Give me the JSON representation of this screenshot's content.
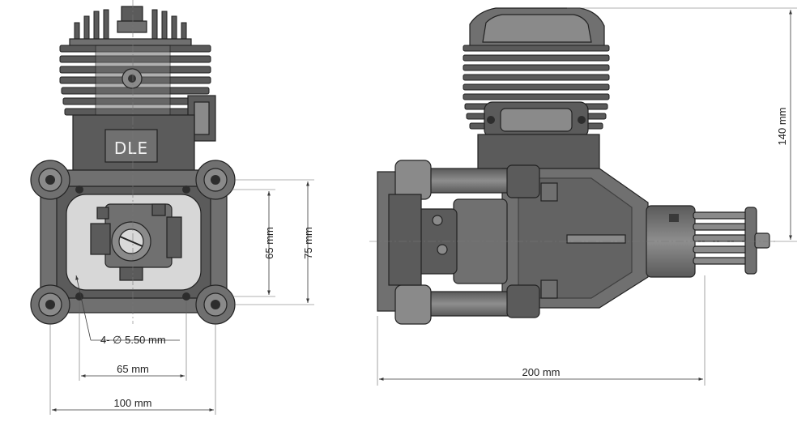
{
  "front_view": {
    "logo": "DLE",
    "dim_hole_spacing_vertical": "65 mm",
    "dim_mount_height": "75 mm",
    "dim_hole_note": "4- ∅ 5.50 mm",
    "dim_hole_spacing_horizontal": "65 mm",
    "dim_overall_width": "100 mm"
  },
  "side_view": {
    "dim_height": "140 mm",
    "dim_length": "200 mm"
  },
  "colors": {
    "metal_dark": "#5b5b5b",
    "metal_mid": "#707070",
    "metal_light": "#8a8a8a",
    "outline": "#1e1e1e",
    "dimension": "#3a3a3a"
  }
}
